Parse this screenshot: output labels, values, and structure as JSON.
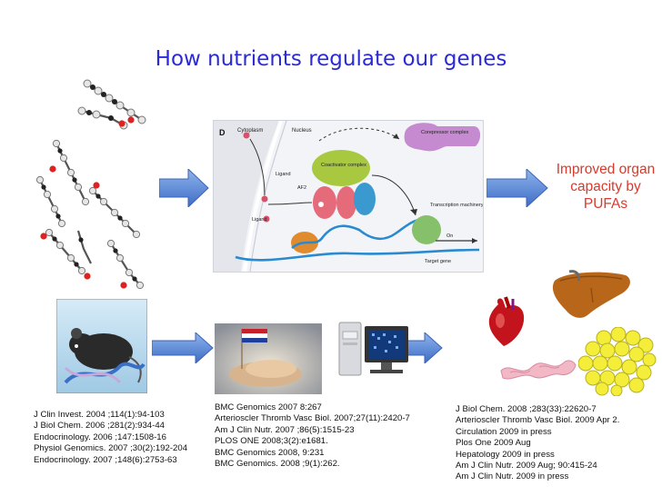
{
  "title": "How nutrients regulate our genes",
  "diagram_labels": {
    "panel_letter": "D",
    "cytoplasm": "Cytoplasm",
    "nucleus": "Nucleus",
    "corepressor": "Corepressor complex",
    "coactivator": "Coactivator complex",
    "ligand_top": "Ligand",
    "ligand_bottom": "Ligand",
    "af2": "AF2",
    "transcription": "Transcription machinery",
    "on": "On",
    "target_gene": "Target gene"
  },
  "outcome_text": "Improved organ capacity by PUFAs",
  "references_left": [
    "J Clin Invest. 2004 ;114(1):94-103",
    "J Biol Chem. 2006 ;281(2):934-44",
    "Endocrinology. 2006 ;147:1508-16",
    "Physiol Genomics. 2007 ;30(2):192-204",
    "Endocrinology. 2007 ;148(6):2753-63"
  ],
  "references_middle": [
    "BMC Genomics 2007 8:267",
    "Arterioscler Thromb Vasc Biol. 2007;27(11):2420-7",
    "Am J Clin Nutr. 2007 ;86(5):1515-23",
    "PLOS ONE 2008;3(2):e1681.",
    "BMC Genomics 2008, 9:231",
    "BMC Genomics. 2008 ;9(1):262."
  ],
  "references_right": [
    "J Biol Chem. 2008 ;283(33):22620-7",
    "Arterioscler Thromb Vasc Biol. 2009 Apr 2.",
    "Circulation 2009 in press",
    "Plos One 2009 Aug",
    "Hepatology 2009 in press",
    "Am J Clin Nutr. 2009 Aug; 90:415-24",
    "Am J Clin Nutr. 2009 in press"
  ],
  "colors": {
    "title": "#2b2bd6",
    "outcome": "#d93a2c",
    "arrow": "#4f7fd0"
  },
  "icons": [
    "molecule-icon",
    "mouse-icon",
    "flag-icon",
    "computer-icon",
    "heart-icon",
    "liver-icon",
    "intestine-icon",
    "adipose-icon"
  ]
}
